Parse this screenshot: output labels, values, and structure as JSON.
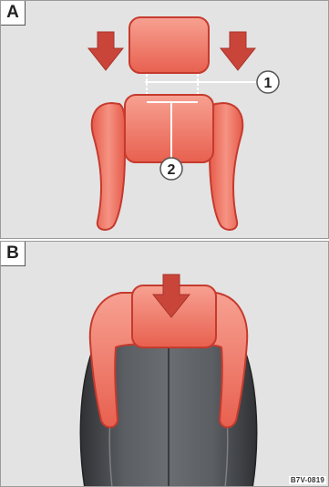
{
  "panels": {
    "a": {
      "tag": "A"
    },
    "b": {
      "tag": "B"
    }
  },
  "callouts": [
    {
      "label": "1"
    },
    {
      "label": "2"
    }
  ],
  "image_code": "B7V-0819",
  "colors": {
    "panel_bg": "#e3e3e3",
    "part_fill": "#f08070",
    "part_stroke": "#c63a2e",
    "arrow": "#c9453a",
    "seat_dark": "#5f6266"
  }
}
